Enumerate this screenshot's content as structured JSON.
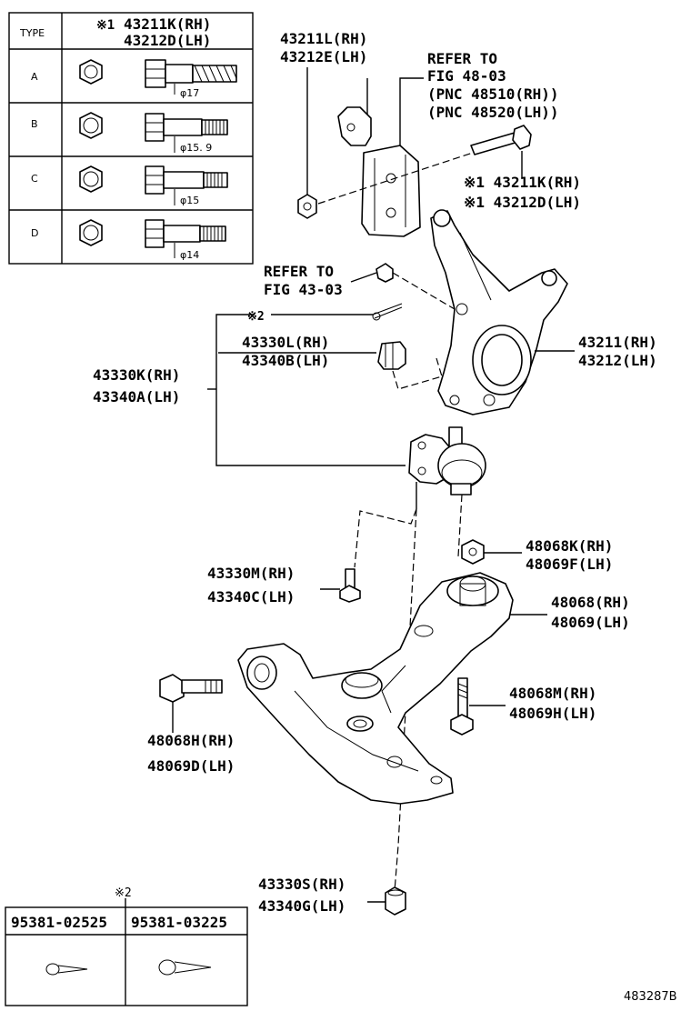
{
  "bolt_table": {
    "type_header": "TYPE",
    "ref_mark": "※1",
    "part_rh": "43211K(RH)",
    "part_lh": "43212D(LH)",
    "rows": [
      {
        "type": "A",
        "dia": "φ17"
      },
      {
        "type": "B",
        "dia": "φ15. 9"
      },
      {
        "type": "C",
        "dia": "φ15"
      },
      {
        "type": "D",
        "dia": "φ14"
      }
    ]
  },
  "labels": {
    "bracket_rh": "43211L(RH)",
    "bracket_lh": "43212E(LH)",
    "refer_to_1": "REFER TO",
    "fig_48_03": "FIG 48-03",
    "pnc_rh": "(PNC 48510(RH))",
    "pnc_lh": "(PNC 48520(LH))",
    "bolt_k_rh": "※1 43211K(RH)",
    "bolt_d_lh": "※1 43212D(LH)",
    "refer_to_2": "REFER TO",
    "fig_43_03": "FIG 43-03",
    "pin_mark": "※2",
    "nut_l_rh": "43330L(RH)",
    "nut_b_lh": "43340B(LH)",
    "knuckle_rh": "43211(RH)",
    "knuckle_lh": "43212(LH)",
    "ball_joint_rh": "43330K(RH)",
    "ball_joint_lh": "43340A(LH)",
    "nut_k_rh": "48068K(RH)",
    "nut_f_lh": "48069F(LH)",
    "bolt_m_rh": "43330M(RH)",
    "bolt_c_lh": "43340C(LH)",
    "arm_rh": "48068(RH)",
    "arm_lh": "48069(LH)",
    "bolt_mm_rh": "48068M(RH)",
    "bolt_h_lh": "48069H(LH)",
    "bolt_hh_rh": "48068H(RH)",
    "bolt_dd_lh": "48069D(LH)",
    "nut_s_rh": "43330S(RH)",
    "nut_g_lh": "43340G(LH)"
  },
  "pin_table": {
    "mark": "※2",
    "col1": "95381-02525",
    "col2": "95381-03225"
  },
  "figure_id": "483287B"
}
